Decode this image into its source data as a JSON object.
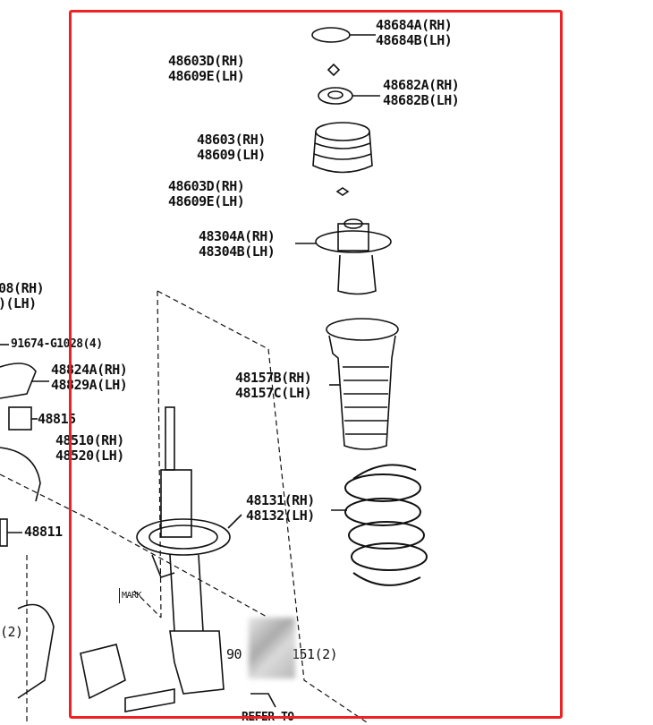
{
  "parts": [
    {
      "rh": "48684A(RH)",
      "lh": "48684B(LH)"
    },
    {
      "rh": "48603D(RH)",
      "lh": "48609E(LH)"
    },
    {
      "rh": "48682A(RH)",
      "lh": "48682B(LH)"
    },
    {
      "rh": "48603(RH)",
      "lh": "48609(LH)"
    },
    {
      "rh": "48603D(RH)",
      "lh": "48609E(LH)"
    },
    {
      "rh": "48304A(RH)",
      "lh": "48304B(LH)"
    },
    {
      "rh": "48157B(RH)",
      "lh": "48157C(LH)"
    },
    {
      "rh": "48131(RH)",
      "lh": "48132(LH)"
    },
    {
      "rh": "08(RH)",
      "lh": ")(LH)"
    },
    {
      "rh": "48824A(RH)",
      "lh": "48829A(LH)"
    },
    {
      "rh": "48510(RH)",
      "lh": "48520(LH)"
    }
  ],
  "singles": {
    "bolt": "91674-G1028(4)",
    "bushing": "48815",
    "arm": "48811",
    "nut": "151(2)",
    "nut_prefix": "90",
    "left_qty": "(2)",
    "mark": "MARK",
    "refer": "REFER TO"
  },
  "colors": {
    "highlight": "#ee2222"
  }
}
